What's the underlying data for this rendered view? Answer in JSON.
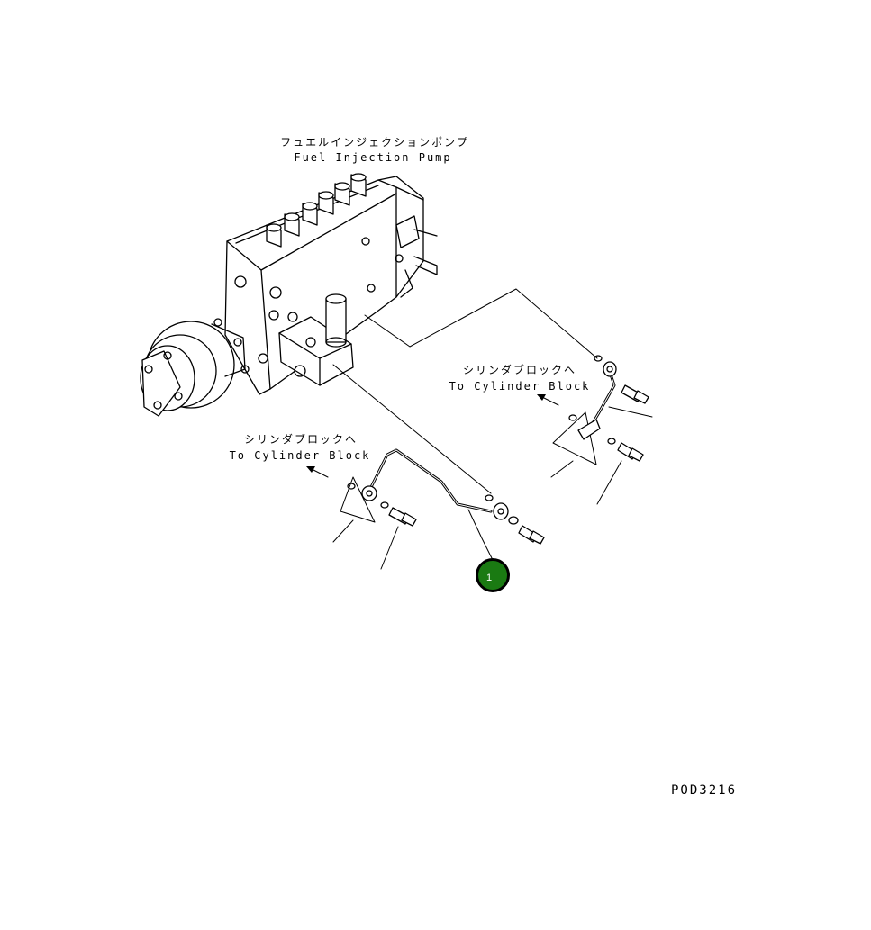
{
  "labels": {
    "pump_jp": "フュエルインジェクションポンプ",
    "pump_en": "Fuel Injection Pump",
    "right_block_jp": "シリンダブロックへ",
    "right_block_en": "To Cylinder Block",
    "left_block_jp": "シリンダブロックへ",
    "left_block_en": "To Cylinder Block"
  },
  "callouts": [
    {
      "number": "1",
      "color": "#1a7a12"
    }
  ],
  "drawing_id": "POD3216"
}
